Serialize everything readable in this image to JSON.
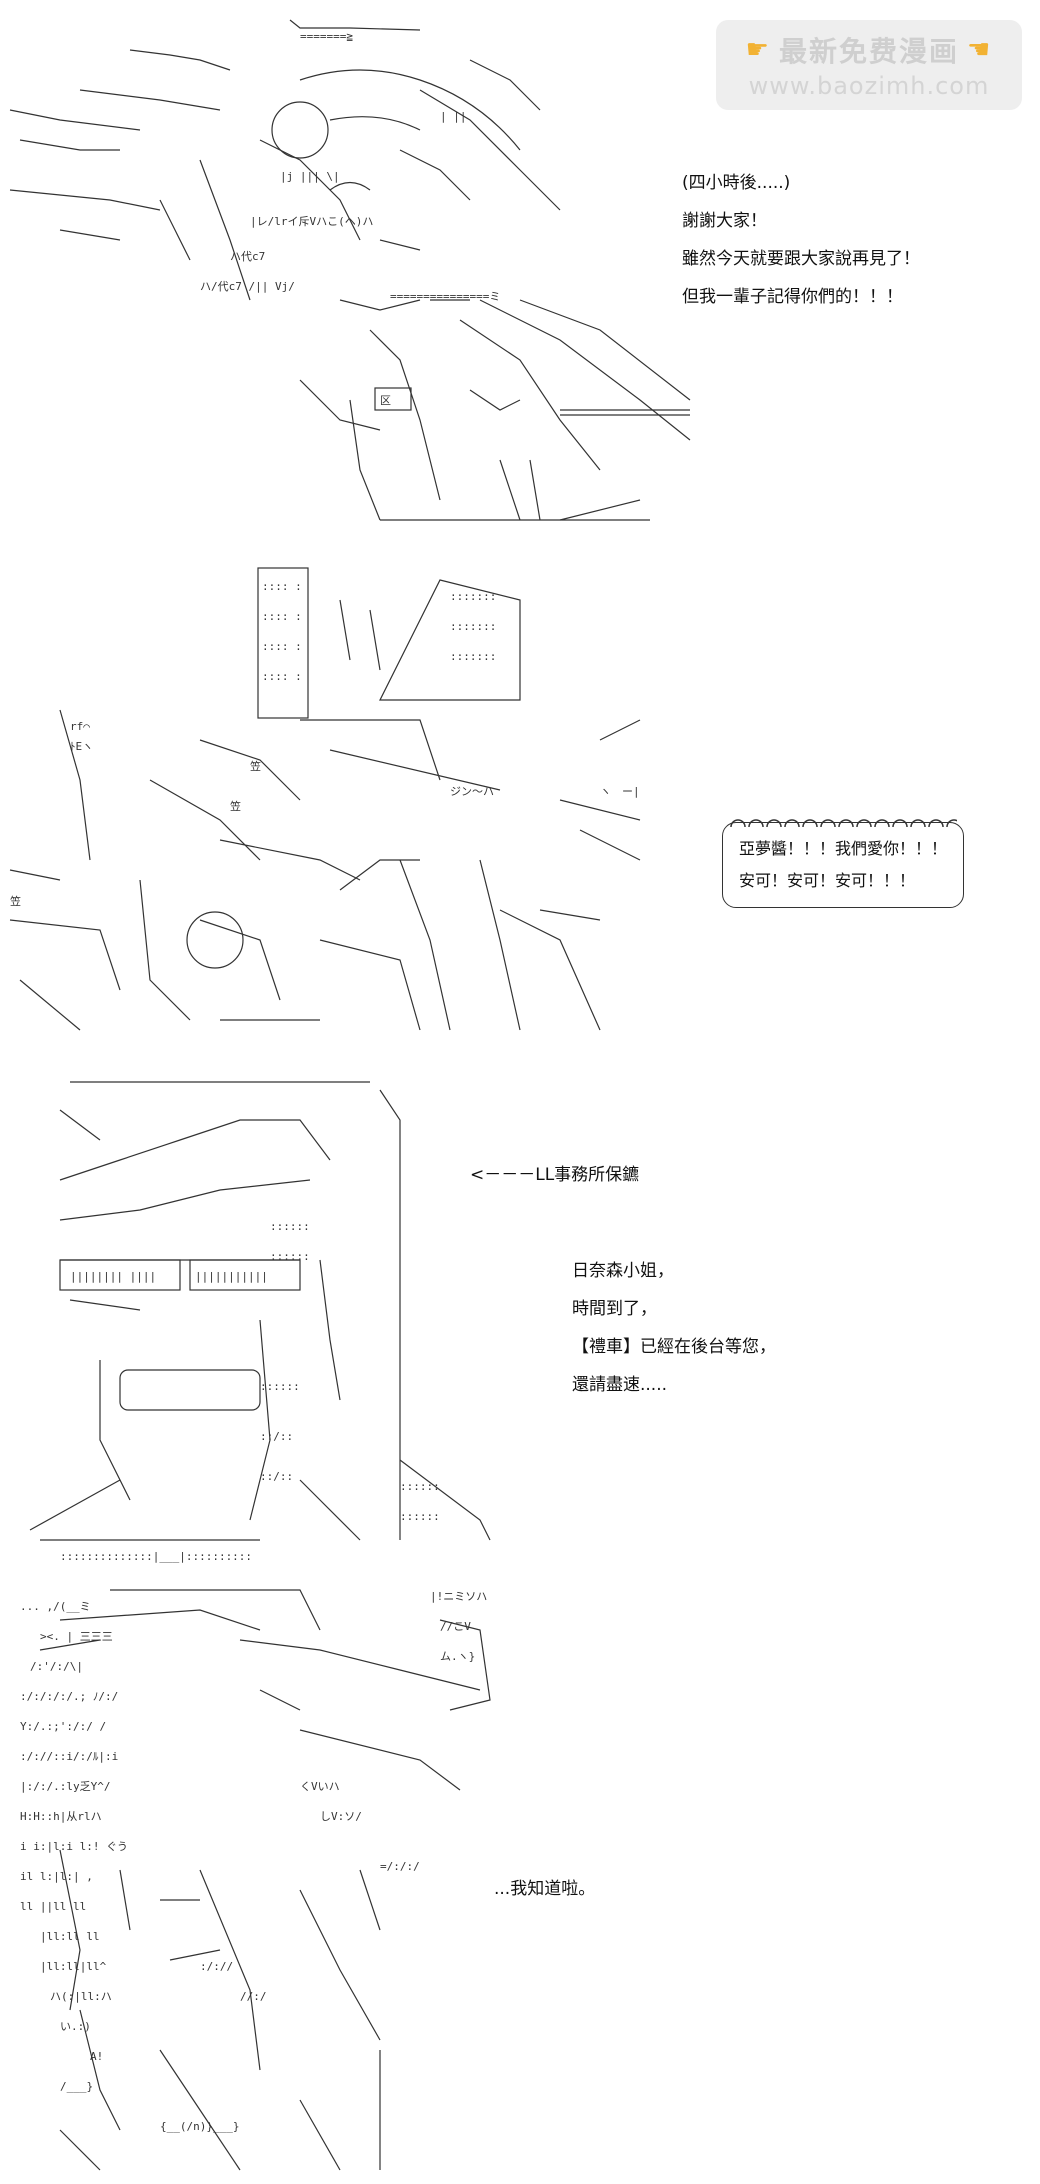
{
  "watermark": {
    "title": "最新免费漫画",
    "url": "www.baozimh.com",
    "hand_icon": "pointing-hand-icon",
    "accent": "#f2b233"
  },
  "panel1": {
    "lines": [
      "(四小時後.....)",
      "謝謝大家！",
      "雖然今天就要跟大家說再見了！",
      "但我一輩子記得你們的！！！"
    ]
  },
  "panel2": {
    "bubble_lines": [
      "亞夢醬！！！我們愛你！！！",
      "安可！安可！安可！！！"
    ]
  },
  "panel3": {
    "pointer_label": "<－－－LL事務所保鑣",
    "lines": [
      "日奈森小姐，",
      "時間到了，",
      "【禮車】已經在後台等您，",
      "還請盡速....."
    ]
  },
  "panel4": {
    "line": "...我知道啦。"
  }
}
